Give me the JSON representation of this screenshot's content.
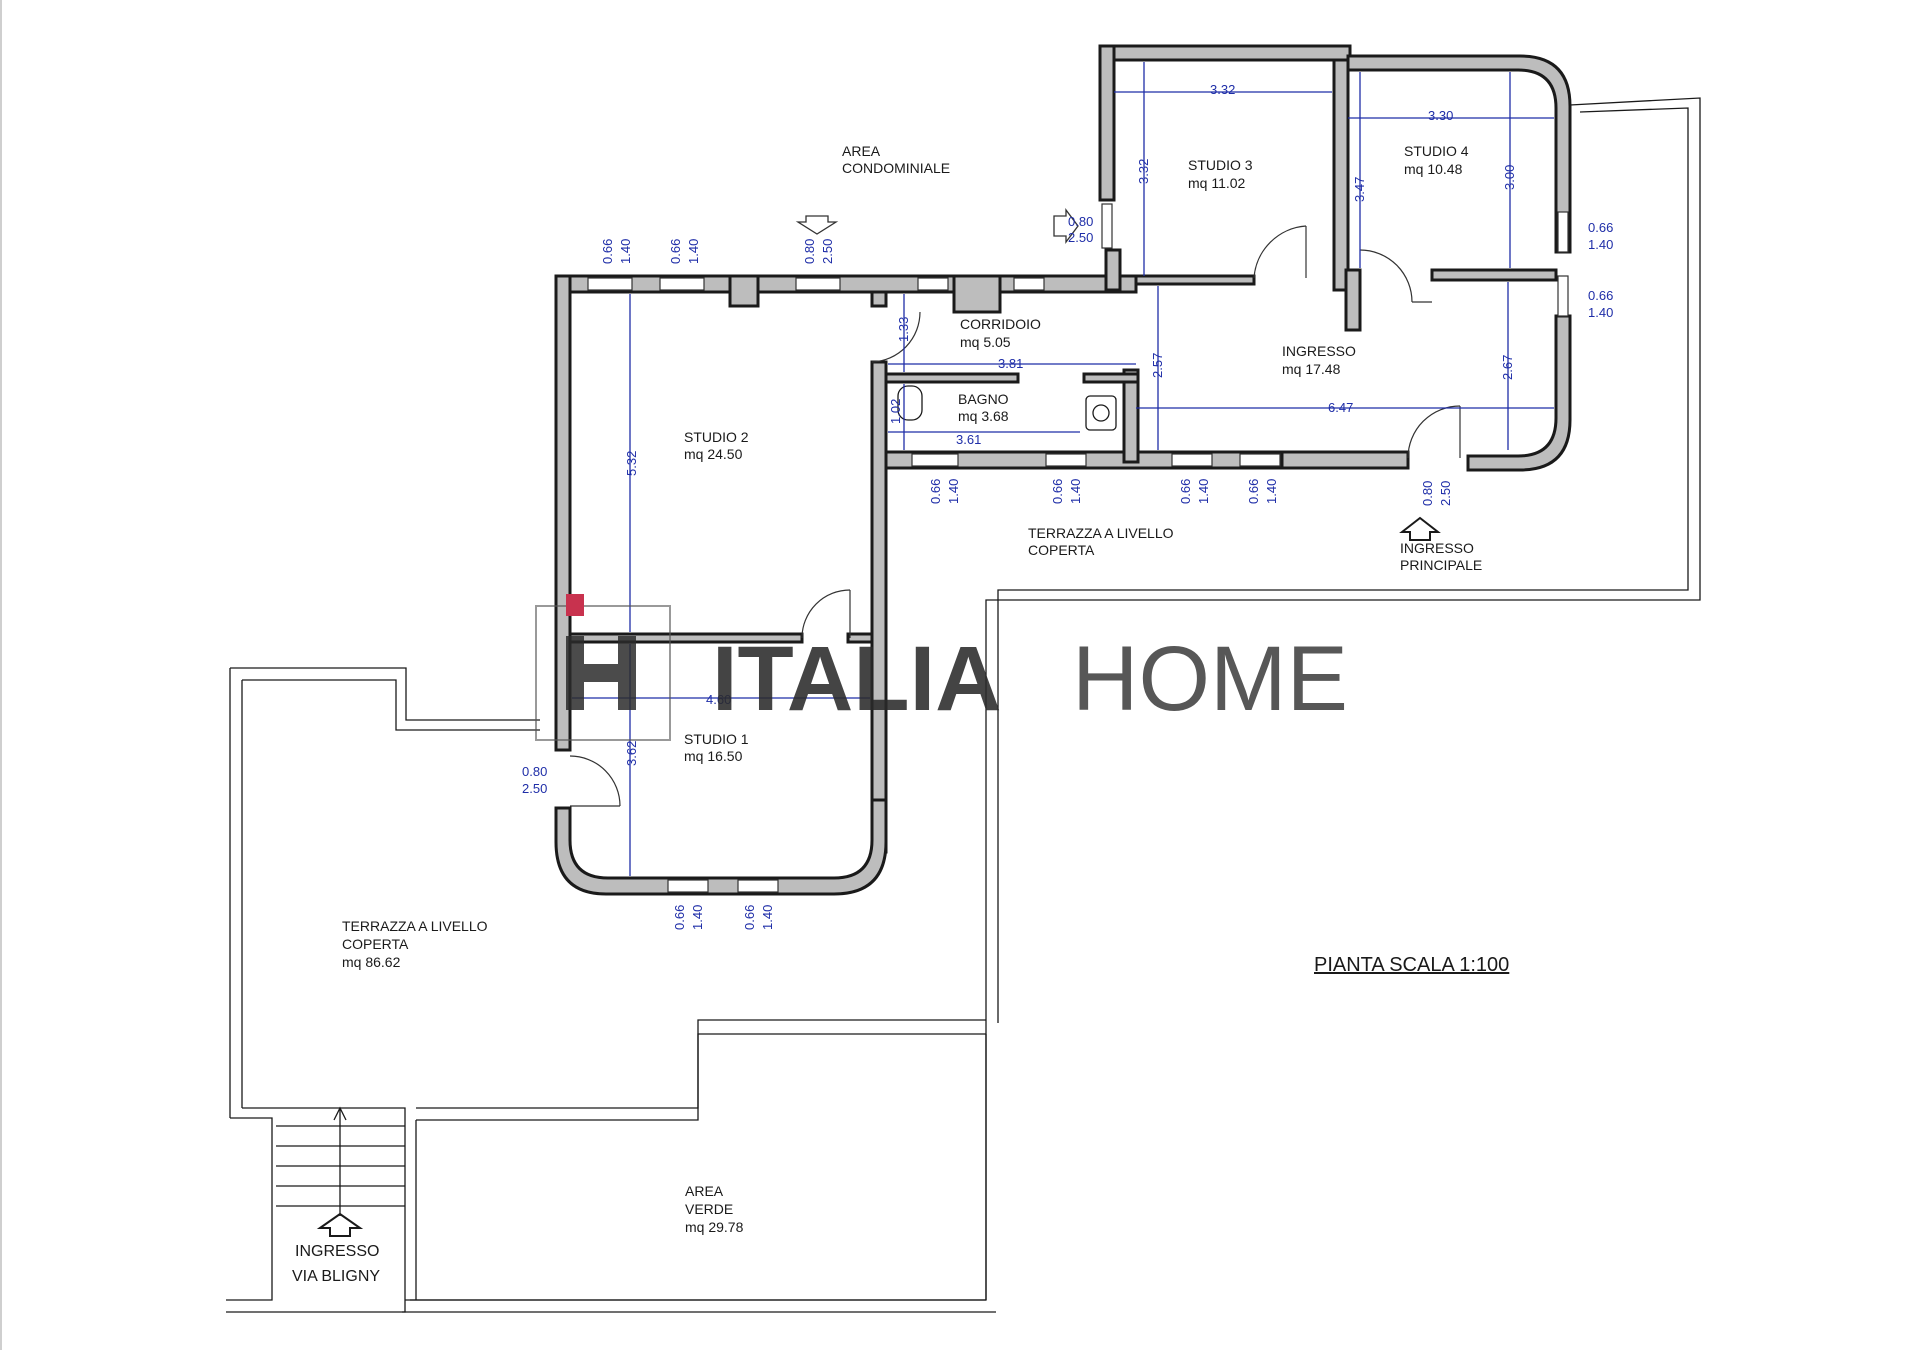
{
  "labels": {
    "area_condominiale_1": "AREA",
    "area_condominiale_2": "CONDOMINIALE",
    "studio3_name": "STUDIO 3",
    "studio3_area": "mq 11.02",
    "studio4_name": "STUDIO 4",
    "studio4_area": "mq 10.48",
    "corridoio_name": "CORRIDOIO",
    "corridoio_area": "mq 5.05",
    "ingresso_name": "INGRESSO",
    "ingresso_area": "mq 17.48",
    "bagno_name": "BAGNO",
    "bagno_area": "mq 3.68",
    "studio2_name": "STUDIO 2",
    "studio2_area": "mq 24.50",
    "studio1_name": "STUDIO 1",
    "studio1_area": "mq 16.50",
    "terrazza_top_1": "TERRAZZA A LIVELLO",
    "terrazza_top_2": "COPERTA",
    "ingresso_principale_1": "INGRESSO",
    "ingresso_principale_2": "PRINCIPALE",
    "terrazza_left_1": "TERRAZZA A LIVELLO",
    "terrazza_left_2": "COPERTA",
    "terrazza_left_area": "mq 86.62",
    "area_verde_1": "AREA",
    "area_verde_2": "VERDE",
    "area_verde_area": "mq 29.78",
    "ingresso_bligny_1": "INGRESSO",
    "ingresso_bligny_2": "VIA BLIGNY",
    "scale": "PIANTA  SCALA 1:100"
  },
  "watermark": {
    "bold": "ITALIA",
    "thin": "HOME",
    "accent_color": "#c8324e"
  },
  "dimensions": {
    "studio3_width": "3.32",
    "studio3_height": "3.32",
    "studio4_width": "3.30",
    "studio4_height_left": "3.47",
    "studio4_height_right": "3.00",
    "corridoio_h": "1.33",
    "corridoio_w": "3.81",
    "ingresso_h": "2.57",
    "ingresso_w": "6.47",
    "ingresso_h_right": "2.67",
    "bagno_h": "1.02",
    "bagno_w": "3.61",
    "studio2_h": "5.32",
    "studio1_w": "4.60",
    "studio1_h": "3.62",
    "win_w": "0.66",
    "win_h": "1.40",
    "door_w": "0.80",
    "door_h": "2.50"
  }
}
